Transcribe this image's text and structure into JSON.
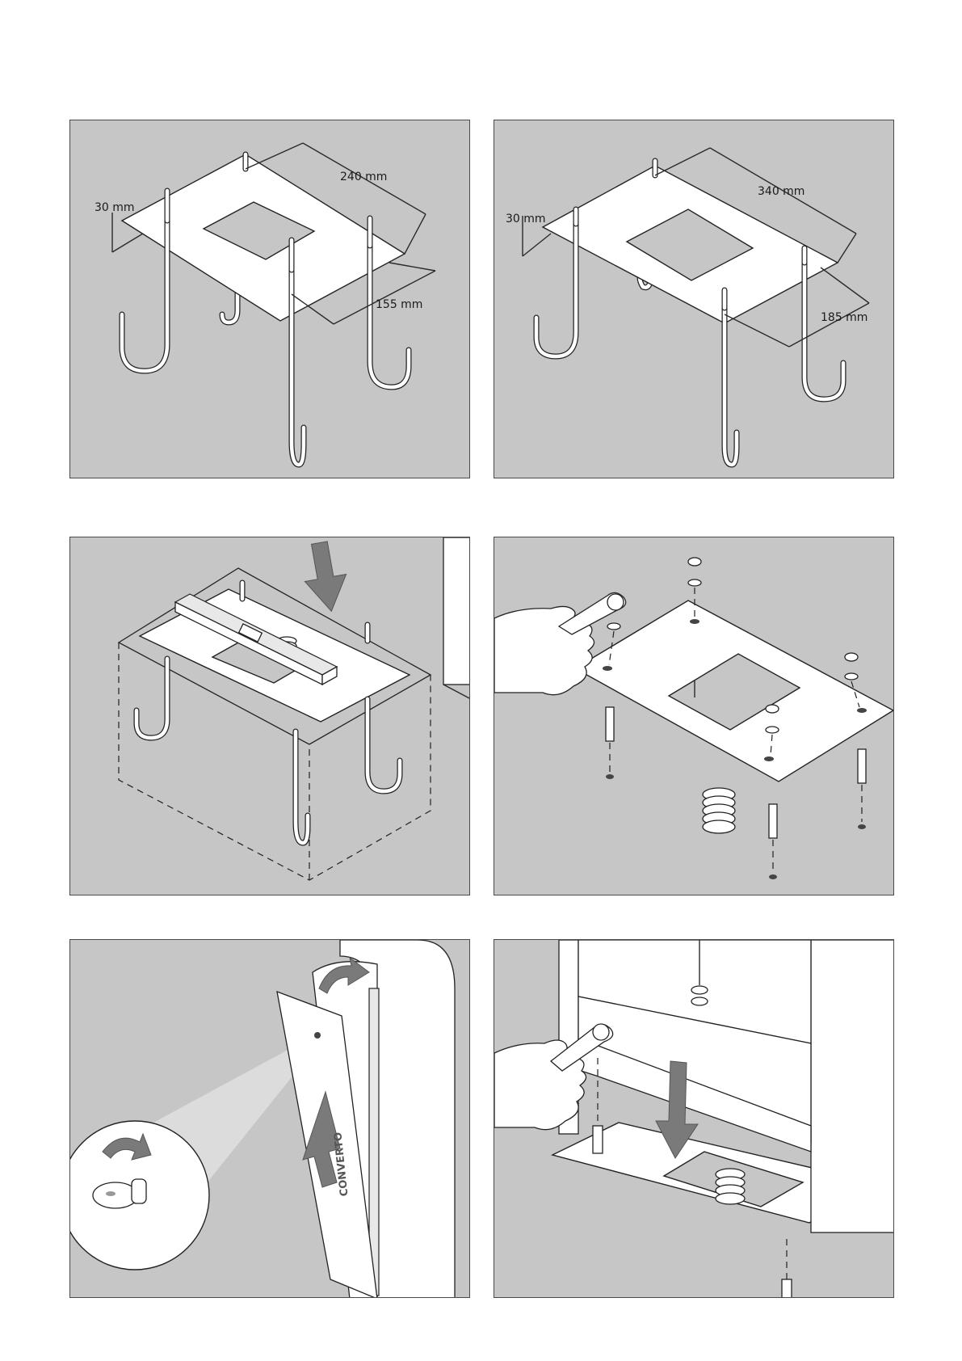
{
  "panels": {
    "p1": {
      "dim_height": "30 mm",
      "dim_length": "240 mm",
      "dim_width": "155 mm"
    },
    "p2": {
      "dim_height": "30 mm",
      "dim_length": "340 mm",
      "dim_width": "185 mm"
    },
    "p5": {
      "brand": "CONVERTO"
    }
  },
  "colors": {
    "panel_bg": "#c6c6c6",
    "line": "#222222",
    "arrow": "#7a7a7a"
  }
}
